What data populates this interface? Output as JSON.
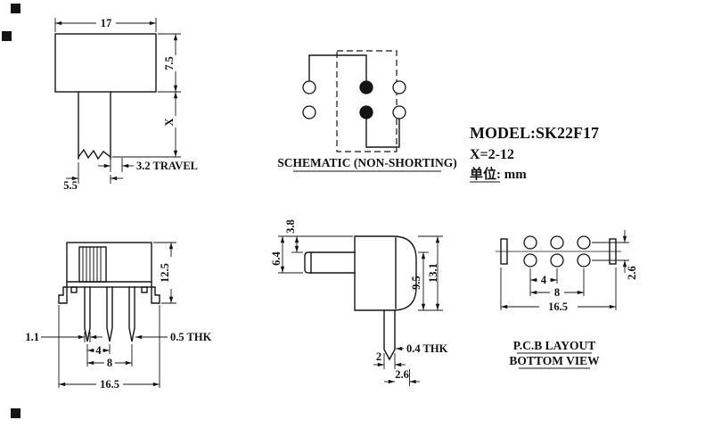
{
  "title_block": {
    "model": "MODEL:SK22F17",
    "x_range": "X=2-12",
    "unit": "单位: mm"
  },
  "front_view": {
    "width": "17",
    "height": "7.5",
    "stem_len": "X",
    "travel": "3.2 TRAVEL",
    "stem_width": "5.5"
  },
  "schematic": {
    "caption": "SCHEMATIC (NON-SHORTING)"
  },
  "pin_view": {
    "height": "12.5",
    "pin_width": "1.1",
    "pitch": "4",
    "span": "8",
    "total_width": "16.5",
    "thickness": "0.5 THK"
  },
  "side_view": {
    "stem_top": "3.8",
    "stem_bottom": "6.4",
    "body_depth": "9.5",
    "total_depth": "13.1",
    "pin_thickness": "0.4 THK",
    "pin_width": "2",
    "pin_offset": "2.6"
  },
  "pcb_view": {
    "pitch": "4",
    "span": "8",
    "row_spacing": "2.6",
    "total_width": "16.5",
    "caption_line1": "P.C.B LAYOUT",
    "caption_line2": "BOTTOM VIEW"
  }
}
